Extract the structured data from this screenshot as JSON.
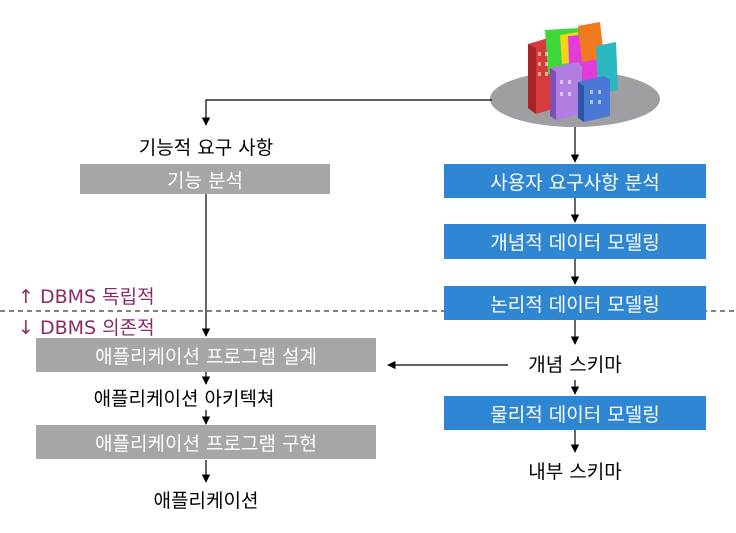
{
  "left": {
    "functional_req": "기능적 요구 사항",
    "function_analysis": "기능 분석",
    "app_design": "애플리케이션 프로그램 설계",
    "app_architecture": "애플리케이션 아키텍쳐",
    "app_implementation": "애플리케이션 프로그램 구현",
    "application": "애플리케이션"
  },
  "right": {
    "user_req_analysis": "사용자 요구사항 분석",
    "conceptual_modeling": "개념적 데이터 모델링",
    "logical_modeling": "논리적 데이터 모델링",
    "conceptual_schema": "개념 스키마",
    "physical_modeling": "물리적 데이터 모델링",
    "internal_schema": "내부 스키마"
  },
  "divider": {
    "independent": "↑ DBMS 독립적",
    "dependent": "↓ DBMS 의존적"
  },
  "colors": {
    "gray_box": "#a6a6a6",
    "blue_box": "#2f86d3",
    "divider_text": "#8c2a67",
    "platform": "#9f9fa3"
  },
  "icons": [
    "buildings-icon"
  ]
}
